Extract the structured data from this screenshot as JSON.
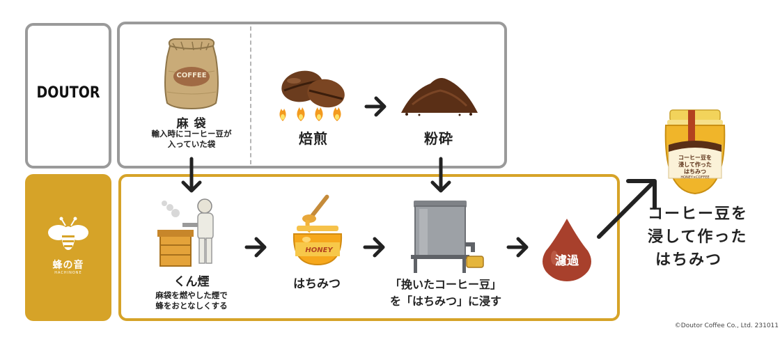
{
  "brands": {
    "doutor": "DOUTOR",
    "hachinone_jp": "蜂の音",
    "hachinone_en": "HACHINONE"
  },
  "steps": {
    "sack": {
      "name": "麻 袋",
      "desc_1": "輸入時にコーヒー豆が",
      "desc_2": "入っていた袋",
      "printed": "COFFEE"
    },
    "roast": {
      "name": "焙煎"
    },
    "grind": {
      "name": "粉砕"
    },
    "smoke": {
      "name": "くん煙",
      "desc_1": "麻袋を燃やした煙で",
      "desc_2": "蜂をおとなしくする"
    },
    "honey": {
      "name": "はちみつ",
      "jar_label": "HONEY"
    },
    "soak": {
      "name_1": "「挽いたコーヒー豆」",
      "name_2": "を「はちみつ」に浸す"
    },
    "filter": {
      "name": "濾過"
    }
  },
  "product": {
    "line_1": "コーヒー豆を",
    "line_2": "浸して作った",
    "line_3": "はちみつ",
    "jar_1": "コーヒー豆を",
    "jar_2": "浸して作った",
    "jar_3": "はちみつ",
    "jar_4": "HONEY×COFFEE"
  },
  "copyright": "©Doutor Coffee Co., Ltd. 231011",
  "colors": {
    "gray_border": "#9a9a9a",
    "gold": "#d6a328",
    "drop": "#a8402c",
    "arrow": "#222222"
  }
}
